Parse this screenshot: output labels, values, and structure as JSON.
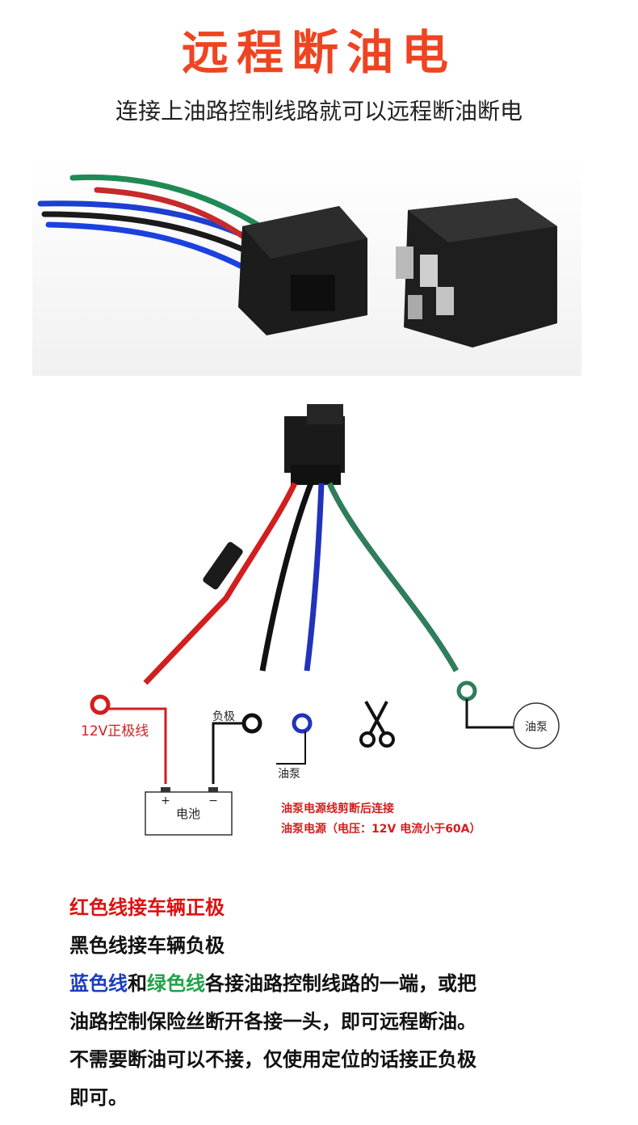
{
  "title": "远程断油电",
  "subtitle": "连接上油路控制线路就可以远程断油断电",
  "diagram": {
    "label_12v": "12V正极线",
    "label_negative": "负极",
    "label_pump_wire": "油泵",
    "label_pump_device": "油泵",
    "label_battery": "电池",
    "battery_plus": "+",
    "battery_minus": "−",
    "note_line1": "油泵电源线剪断后连接",
    "note_line2": "油泵电源（电压：12V 电流小于60A）",
    "wire_colors": {
      "red": "#d21e1e",
      "black": "#111111",
      "blue": "#2233bb",
      "green": "#2e7d5b"
    }
  },
  "notes": {
    "line1": "红色线接车辆正极",
    "line2": "黑色线接车辆负极",
    "line3_blue": "蓝色线",
    "line3_and": "和",
    "line3_green": "绿色线",
    "line3_rest": "各接油路控制线路的一端，或把",
    "line4": "油路控制保险丝断开各接一头，即可远程断油。",
    "line5": "不需要断油可以不接，仅使用定位的话接正负极",
    "line6": "即可。"
  },
  "colors": {
    "title": "#ee4422",
    "red_text": "#dd1111",
    "blue_text": "#1a3cc0",
    "green_text": "#21a24a"
  }
}
